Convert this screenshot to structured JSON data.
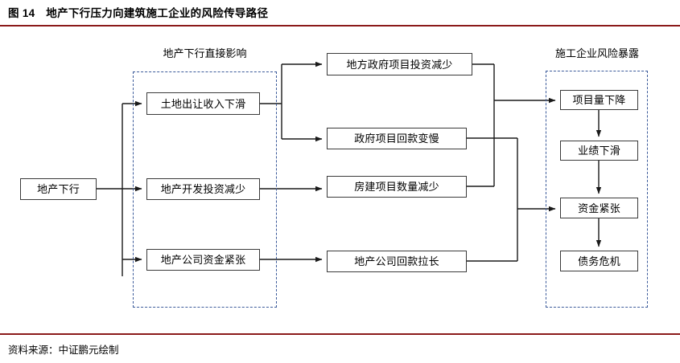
{
  "figure": {
    "number_label": "图 14",
    "title": "地产下行压力向建筑施工企业的风险传导路径",
    "title_full": "图 14　地产下行压力向建筑施工企业的风险传导路径",
    "source_note": "资料来源：中证鹏元绘制",
    "rule_color": "#8B1A1A",
    "box_border_color": "#3a3a3a",
    "zone_border_color": "#3b5a9a",
    "connector_color": "#1a1a1a",
    "background": "#ffffff"
  },
  "diagram": {
    "type": "flowchart",
    "direction": "left-to-right",
    "groups": [
      {
        "id": "group-direct-impact",
        "label": "地产下行直接影响"
      },
      {
        "id": "group-contractor-risk",
        "label": "施工企业风险暴露"
      }
    ],
    "nodes": [
      {
        "id": "n-property-downturn",
        "label": "地产下行",
        "column": "source"
      },
      {
        "id": "n-land-revenue-down",
        "label": "土地出让收入下滑",
        "column": "direct-impact"
      },
      {
        "id": "n-dev-invest-down",
        "label": "地产开发投资减少",
        "column": "direct-impact"
      },
      {
        "id": "n-dev-cash-strain",
        "label": "地产公司资金紧张",
        "column": "direct-impact"
      },
      {
        "id": "n-gov-invest-down",
        "label": "地方政府项目投资减少",
        "column": "transmission"
      },
      {
        "id": "n-gov-payment-slow",
        "label": "政府项目回款变慢",
        "column": "transmission"
      },
      {
        "id": "n-housing-proj-down",
        "label": "房建项目数量减少",
        "column": "transmission"
      },
      {
        "id": "n-dev-payment-long",
        "label": "地产公司回款拉长",
        "column": "transmission"
      },
      {
        "id": "n-project-volume-down",
        "label": "项目量下降",
        "column": "contractor-risk"
      },
      {
        "id": "n-performance-down",
        "label": "业绩下滑",
        "column": "contractor-risk"
      },
      {
        "id": "n-cash-strain",
        "label": "资金紧张",
        "column": "contractor-risk"
      },
      {
        "id": "n-debt-crisis",
        "label": "债务危机",
        "column": "contractor-risk"
      }
    ],
    "edges": [
      {
        "from": "n-property-downturn",
        "to": "n-land-revenue-down"
      },
      {
        "from": "n-property-downturn",
        "to": "n-dev-invest-down"
      },
      {
        "from": "n-property-downturn",
        "to": "n-dev-cash-strain"
      },
      {
        "from": "n-land-revenue-down",
        "to": "n-gov-invest-down"
      },
      {
        "from": "n-land-revenue-down",
        "to": "n-gov-payment-slow"
      },
      {
        "from": "n-dev-invest-down",
        "to": "n-housing-proj-down"
      },
      {
        "from": "n-dev-cash-strain",
        "to": "n-dev-payment-long"
      },
      {
        "from": "n-gov-invest-down",
        "to": "n-project-volume-down"
      },
      {
        "from": "n-housing-proj-down",
        "to": "n-project-volume-down"
      },
      {
        "from": "n-gov-payment-slow",
        "to": "n-cash-strain"
      },
      {
        "from": "n-dev-payment-long",
        "to": "n-cash-strain"
      },
      {
        "from": "n-project-volume-down",
        "to": "n-performance-down"
      },
      {
        "from": "n-performance-down",
        "to": "n-cash-strain"
      },
      {
        "from": "n-cash-strain",
        "to": "n-debt-crisis"
      }
    ]
  }
}
